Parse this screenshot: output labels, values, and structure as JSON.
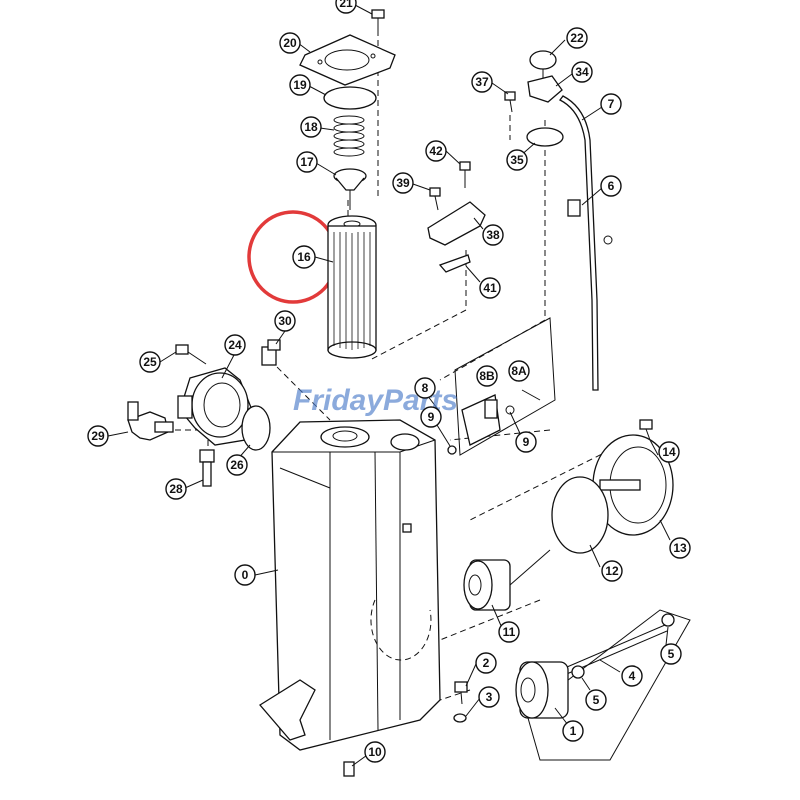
{
  "watermark": {
    "text": "FridayParts",
    "color": "#4d7cc9"
  },
  "highlight": {
    "part": "16",
    "color": "#e23a3a"
  },
  "callouts": [
    "21",
    "20",
    "19",
    "18",
    "17",
    "16",
    "30",
    "24",
    "25",
    "29",
    "26",
    "28",
    "0",
    "22",
    "37",
    "34",
    "7",
    "35",
    "42",
    "39",
    "6",
    "38",
    "41",
    "8",
    "8B",
    "8A",
    "9",
    "9",
    "14",
    "13",
    "12",
    "11",
    "4",
    "5",
    "5",
    "2",
    "3",
    "1",
    "10"
  ]
}
